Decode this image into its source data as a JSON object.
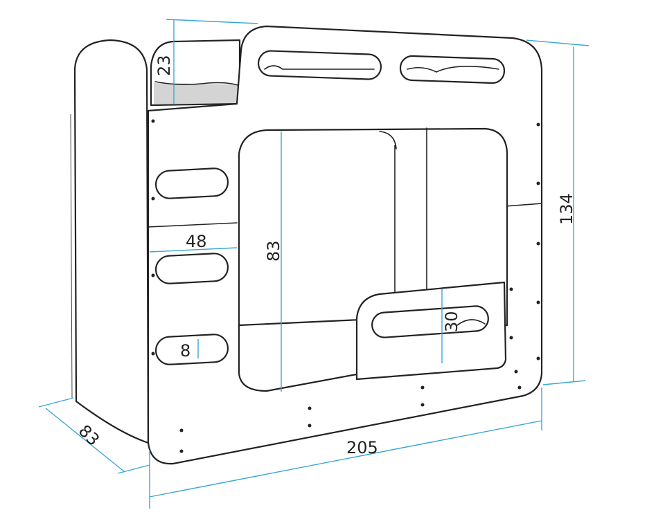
{
  "diagram": {
    "subject": "bunk-bed",
    "dimensions": {
      "overall_height": "134",
      "overall_length": "205",
      "depth": "83",
      "opening_height": "83",
      "ladder_width": "48",
      "guard_height": "30",
      "top_rail": "23",
      "ladder_slot": "8"
    },
    "colors": {
      "outline": "#222222",
      "dimension_line": "#3aa6d6"
    }
  }
}
